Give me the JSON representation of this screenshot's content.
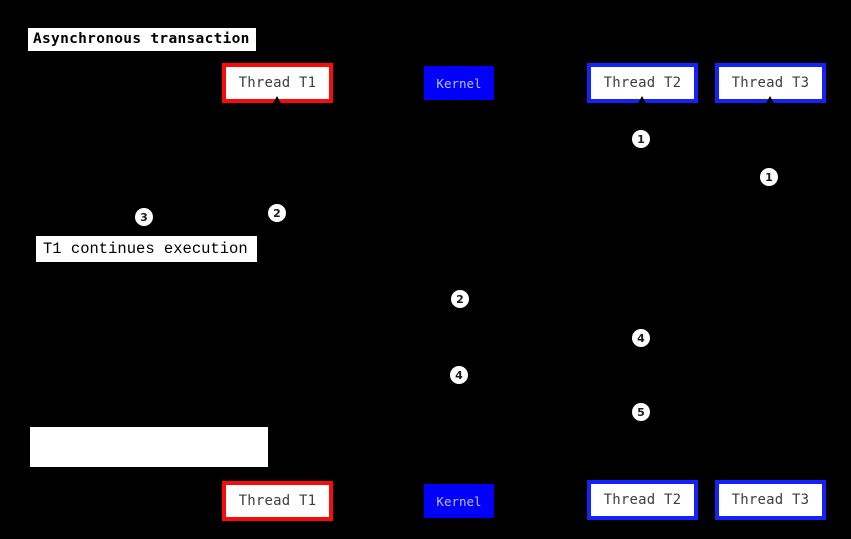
{
  "title": "Asynchronous transaction",
  "actors": {
    "thread_t1": "Thread T1",
    "kernel": "Kernel",
    "thread_t2": "Thread T2",
    "thread_t3": "Thread T3"
  },
  "notes": {
    "t1_continues": "T1 continues execution",
    "empty_note": ""
  },
  "markers": {
    "t2_step1": "1",
    "t3_step1": "1",
    "t1_step2": "2",
    "t1_step3": "3",
    "kernel_step2": "2",
    "t2_step4": "4",
    "kernel_step4": "4",
    "t2_step5": "5"
  },
  "colors": {
    "background": "#000000",
    "t1_border": "#fb0b07",
    "thread_border": "#1423fb",
    "kernel_bg": "#0101fb",
    "kernel_text": "#bdbdfa",
    "box_text": "#3d3d3d"
  }
}
